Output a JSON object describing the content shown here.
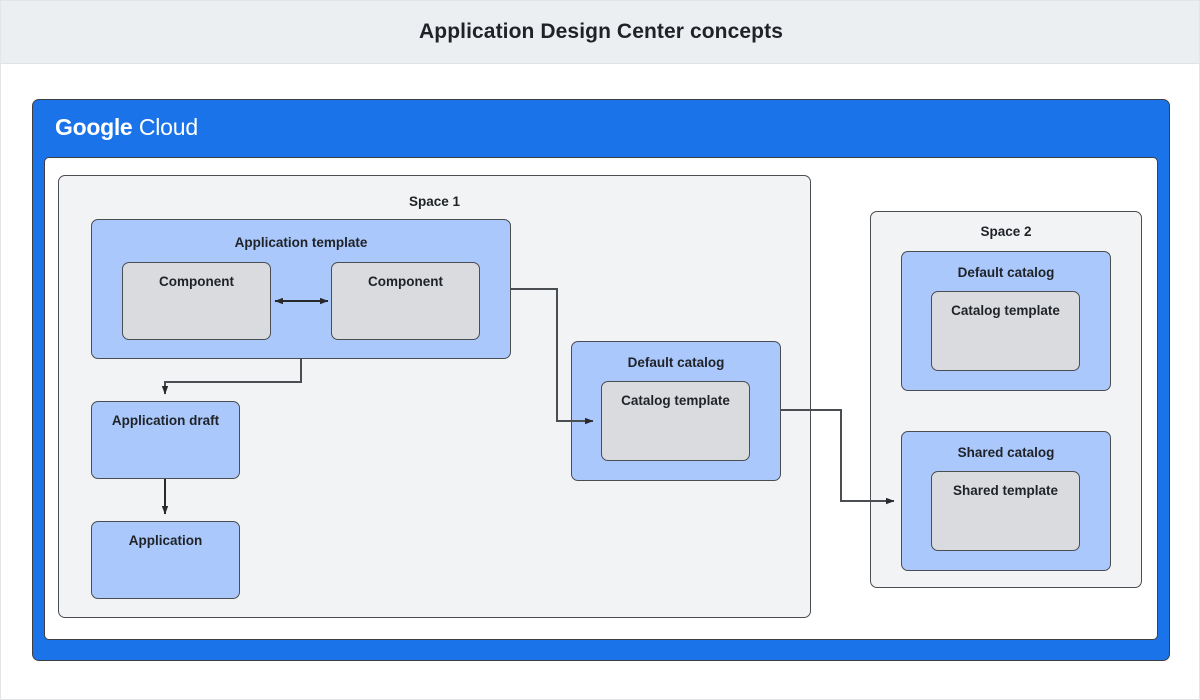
{
  "header": {
    "title": "Application Design Center concepts"
  },
  "cloud_frame": {
    "logo_primary": "Google",
    "logo_secondary": "Cloud",
    "brand_color": "#1a73e8"
  },
  "palette": {
    "header_bg": "#eceff1",
    "space_bg": "#f1f3f4",
    "group_blue": "#aac8fb",
    "leaf_grey": "#d9dbde",
    "stroke": "#4a4d51",
    "text": "#1f2328"
  },
  "spaces": [
    {
      "id": "space-1",
      "label": "Space 1",
      "groups": [
        {
          "id": "application-template",
          "label": "Application template",
          "children": [
            {
              "id": "component-1",
              "label": "Component"
            },
            {
              "id": "component-2",
              "label": "Component"
            }
          ]
        },
        {
          "id": "default-catalog-1",
          "label": "Default catalog",
          "children": [
            {
              "id": "catalog-template-1",
              "label": "Catalog template"
            }
          ]
        }
      ],
      "nodes": [
        {
          "id": "application-draft",
          "label": "Application draft"
        },
        {
          "id": "application",
          "label": "Application"
        }
      ]
    },
    {
      "id": "space-2",
      "label": "Space 2",
      "groups": [
        {
          "id": "default-catalog-2",
          "label": "Default catalog",
          "children": [
            {
              "id": "catalog-template-2",
              "label": "Catalog template"
            }
          ]
        },
        {
          "id": "shared-catalog",
          "label": "Shared catalog",
          "children": [
            {
              "id": "shared-template",
              "label": "Shared template"
            }
          ]
        }
      ]
    }
  ],
  "connectors": [
    {
      "id": "component-to-component",
      "from": "component-1",
      "to": "component-2",
      "style": "bidirectional"
    },
    {
      "id": "template-to-draft",
      "from": "application-template",
      "to": "application-draft",
      "style": "arrow"
    },
    {
      "id": "draft-to-application",
      "from": "application-draft",
      "to": "application",
      "style": "arrow"
    },
    {
      "id": "template-to-catalog-template",
      "from": "application-template",
      "to": "catalog-template-1",
      "style": "arrow"
    },
    {
      "id": "default-catalog-to-shared-catalog",
      "from": "default-catalog-1",
      "to": "shared-catalog",
      "style": "arrow"
    }
  ]
}
